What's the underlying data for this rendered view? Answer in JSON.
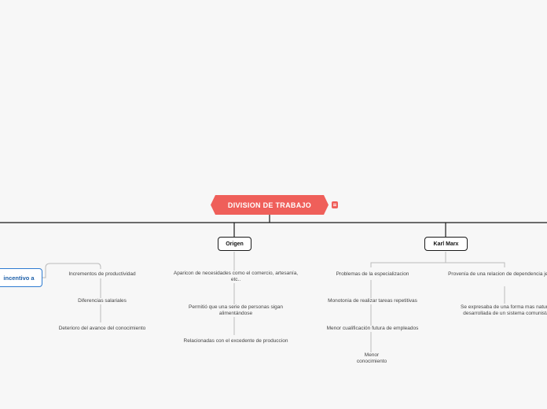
{
  "root": {
    "label": "DIVISION DE TRABAJO"
  },
  "icons": {
    "note": "note-icon"
  },
  "colors": {
    "root": "#ef5f5a",
    "incentive_border": "#2e7bd1",
    "line": "#1a1a1a",
    "leaf_line": "#bbbbbb"
  },
  "branches": {
    "origen": {
      "label": "Origen",
      "items": [
        "Aparicon de necesidades como el comercio, artesanía, etc..",
        "Permitió que una serie de personas sigan alimentándose",
        "Relacionadas con el excedente de produccion"
      ]
    },
    "karl_marx": {
      "label": "Karl Marx",
      "problemas": {
        "label": "Problemas de la especializacion",
        "items": [
          "Monotonia de realizar tareas repetitivas",
          "Menor cualificación futura de empleados",
          "Menor conocimiento"
        ]
      },
      "provenia": {
        "label": "Provenía de una relacion de dependencia jerarquía",
        "items": [
          "Se expresaba de una forma mas natural desarrollada de un sistema comunista"
        ]
      }
    },
    "incentivo": {
      "label": "incentivo a",
      "items": [
        "Incrementos de productividad",
        "Diferencias salariales",
        "Deterioro del avance del conocimiento"
      ]
    }
  }
}
